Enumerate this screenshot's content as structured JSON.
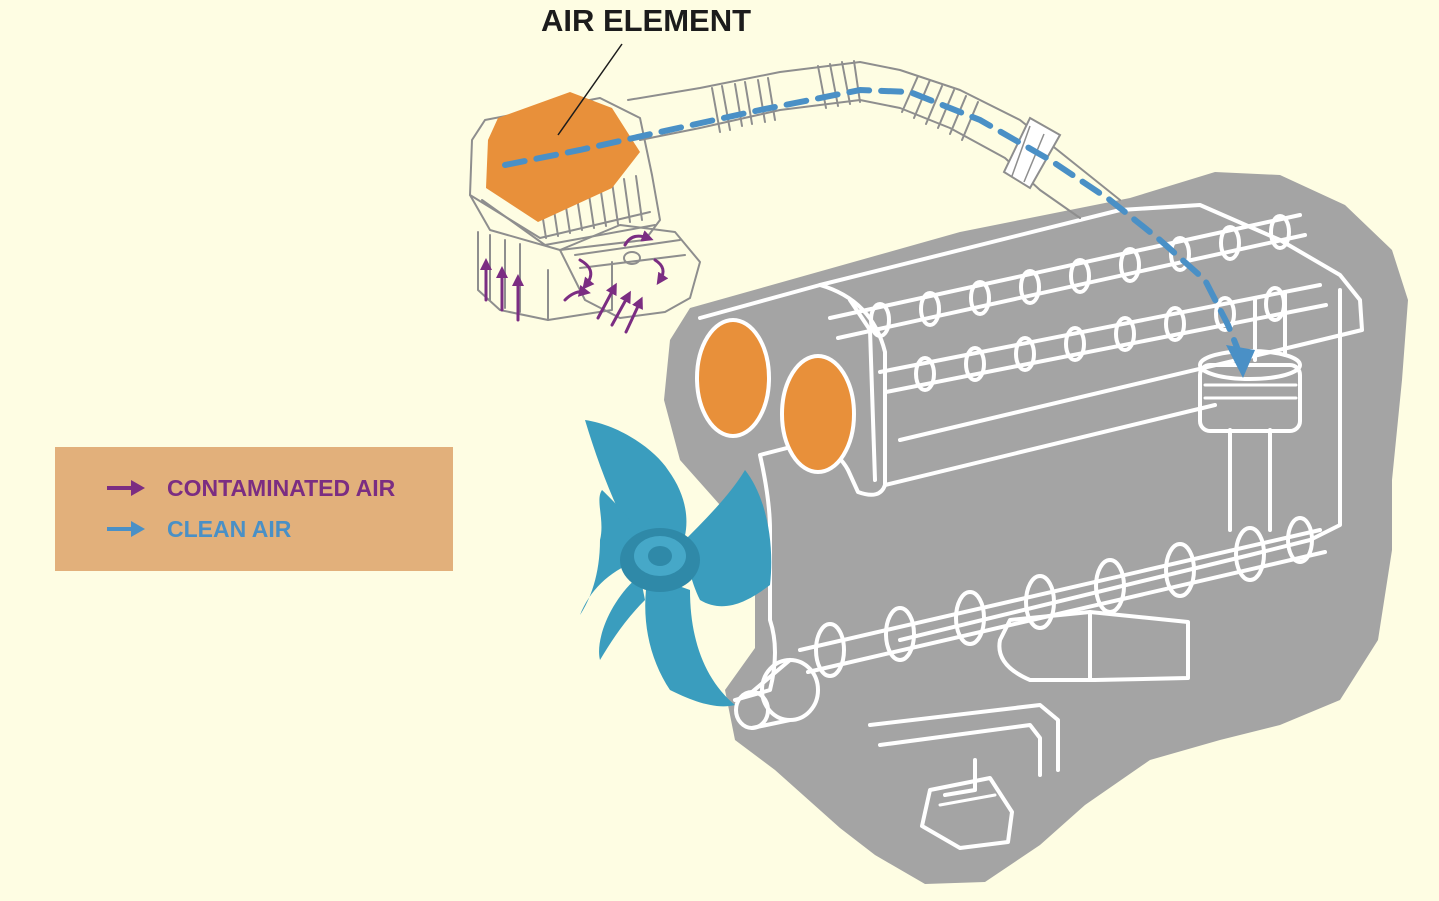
{
  "diagram": {
    "callout_label": "AIR ELEMENT",
    "legend": {
      "items": [
        {
          "label": "CONTAMINATED AIR",
          "color": "#7B2D82",
          "icon": "arrow-right-icon"
        },
        {
          "label": "CLEAN AIR",
          "color": "#4A90C6",
          "icon": "arrow-right-icon"
        }
      ],
      "background": "#E2B07B"
    },
    "colors": {
      "background": "#FEFDE3",
      "engine": "#A4A4A4",
      "engine_outline": "#FFFFFF",
      "air_element": "#E8903A",
      "pulleys": "#E8903A",
      "fan": "#3A9DBE",
      "clean_air_path": "#4A90C6",
      "contaminated_air": "#7B2D82"
    }
  }
}
